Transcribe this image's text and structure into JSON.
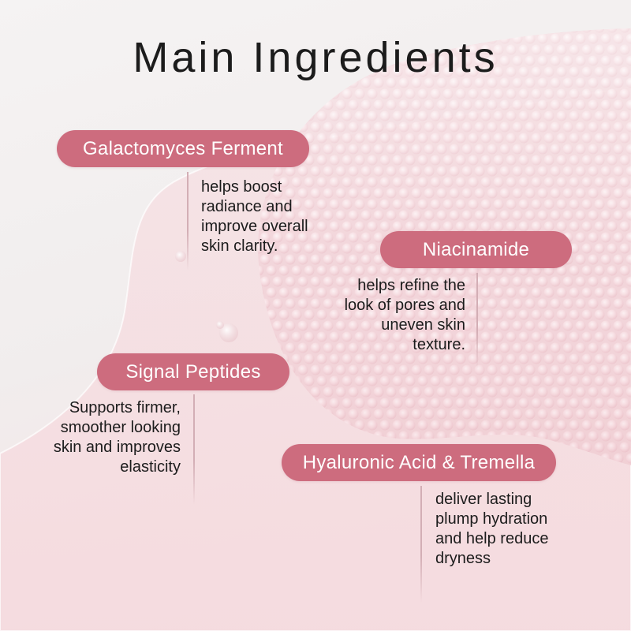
{
  "title": "Main Ingredients",
  "colors": {
    "pill": "#cd6c7e",
    "pill_text": "#ffffff",
    "text": "#1c1c1c",
    "connector": "#d3aeb5"
  },
  "ingredients": [
    {
      "name": "Galactomyces Ferment",
      "description": [
        "helps boost",
        "radiance and",
        "improve overall",
        "skin clarity."
      ]
    },
    {
      "name": "Niacinamide",
      "description": [
        "helps refine the",
        "look of pores and",
        "uneven skin",
        "texture."
      ]
    },
    {
      "name": "Signal Peptides",
      "description": [
        "Supports firmer,",
        "smoother looking",
        "skin and improves",
        "elasticity"
      ]
    },
    {
      "name": "Hyaluronic Acid & Tremella",
      "description": [
        "deliver lasting",
        "plump hydration",
        "and help reduce",
        "dryness"
      ]
    }
  ]
}
